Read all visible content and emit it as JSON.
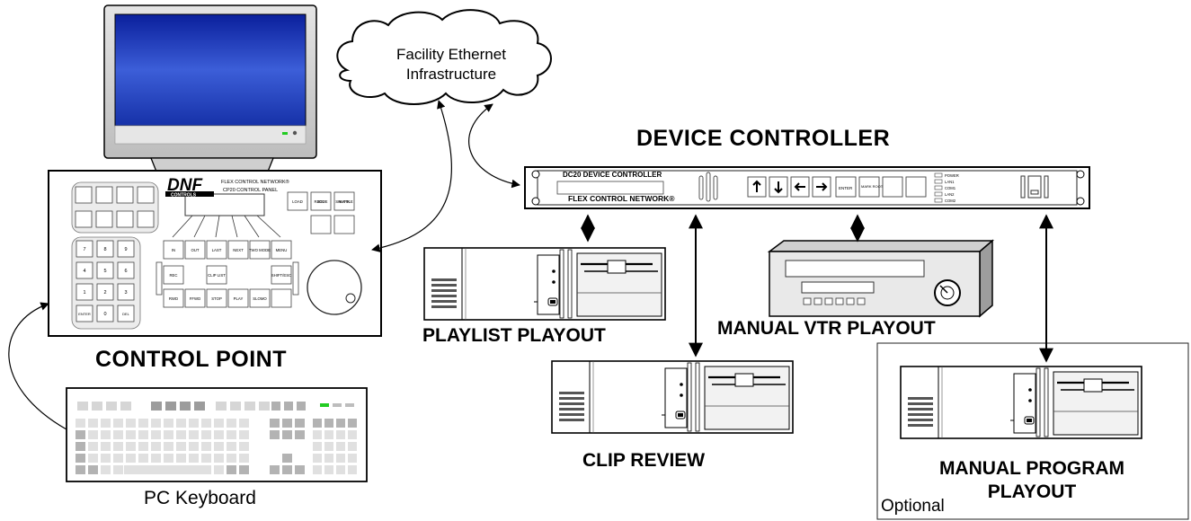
{
  "cloud": {
    "line1": "Facility Ethernet",
    "line2": "Infrastructure"
  },
  "device_controller": {
    "title": "DEVICE CONTROLLER",
    "model_text": "DC20 DEVICE CONTROLLER",
    "network_text": "FLEX CONTROL NETWORK®",
    "button_labels": [
      "ENTER",
      "MARK ROOT"
    ],
    "status_labels": [
      "POWER",
      "LAN1",
      "COM1",
      "LAN2",
      "COM2"
    ]
  },
  "control_point": {
    "title": "CONTROL POINT",
    "brand": "DNF",
    "brand_sub": "CONTROLS",
    "network_text": "FLEX CONTROL NETWORK®",
    "panel_text": "CP20 CONTROL PANEL",
    "keypad": [
      "7",
      "8",
      "9",
      "4",
      "5",
      "6",
      "1",
      "2",
      "3",
      "ENTER",
      "0",
      "DEL"
    ],
    "row1_buttons": [
      "IN",
      "OUT",
      "LAST",
      "NEXT",
      "TWO MODE",
      "MENU"
    ],
    "row2_buttons": [
      "REC",
      "CLIP LIST",
      "SHIFT/ESC"
    ],
    "row3_buttons": [
      "RWD",
      "FFWD",
      "STOP",
      "PLAY",
      "SLOMO"
    ],
    "right_buttons": [
      "LOAD",
      "RECUE",
      "MARK",
      "JOG",
      "SHUTTLE"
    ]
  },
  "keyboard": {
    "label": "PC Keyboard"
  },
  "devices": {
    "playlist": "PLAYLIST PLAYOUT",
    "manual_vtr": "MANUAL VTR PLAYOUT",
    "clip_review": "CLIP REVIEW",
    "manual_program_line1": "MANUAL PROGRAM",
    "manual_program_line2": "PLAYOUT",
    "optional": "Optional"
  },
  "colors": {
    "ink": "#000000",
    "panel_gray": "#d9d9d9",
    "led_green": "#22cc22",
    "screen_blue": "#1f3db8"
  }
}
